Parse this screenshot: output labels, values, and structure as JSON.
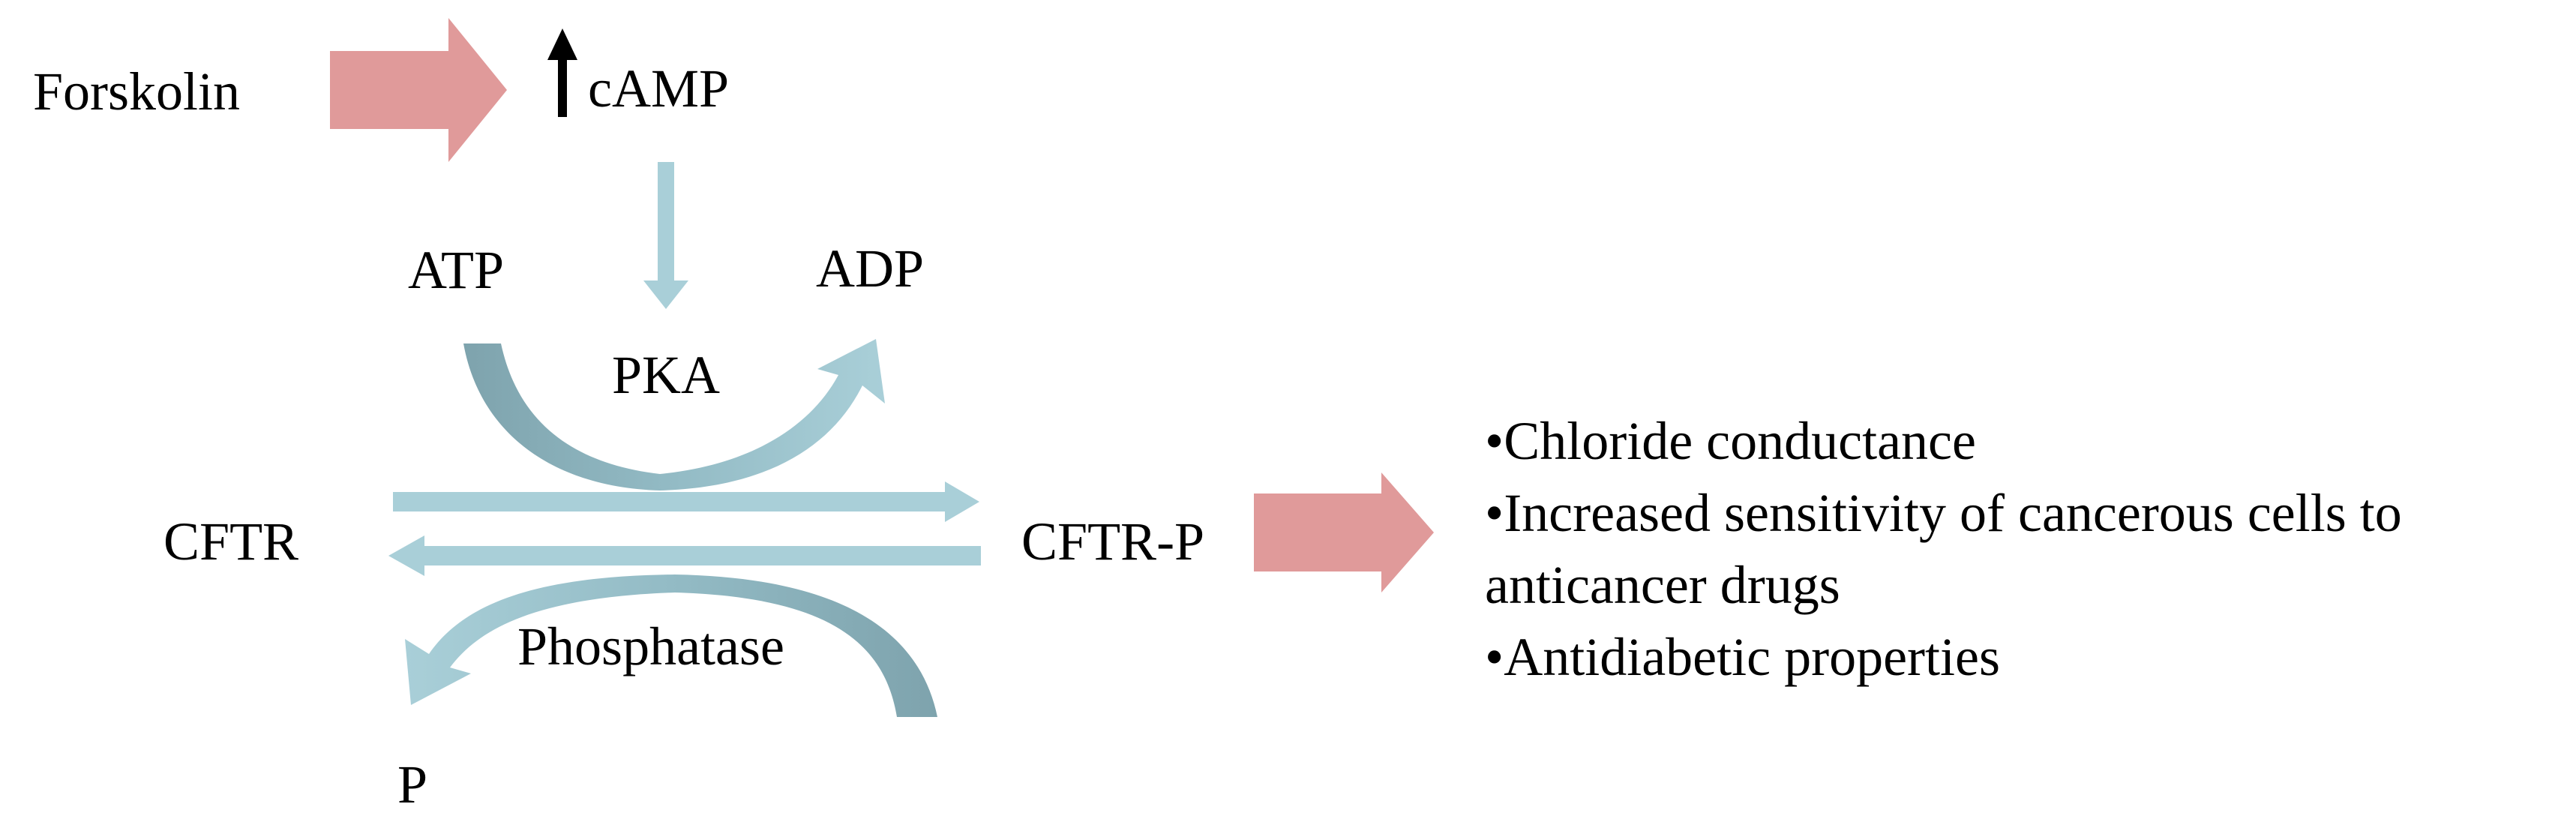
{
  "diagram": {
    "inducer": "Forskolin",
    "second_messenger": "cAMP",
    "increase_symbol": "↑",
    "kinase": "PKA",
    "substrate": "ATP",
    "product": "ADP",
    "protein": "CFTR",
    "phosphorylated_protein": "CFTR-P",
    "phosphatase": "Phosphatase",
    "released_phosphate": "P",
    "outcomes": [
      "•Chloride conductance",
      "•Increased sensitivity of cancerous cells to anticancer drugs",
      "•Antidiabetic properties"
    ],
    "colors": {
      "pink_arrow": "#e09a9a",
      "blue_arrow": "#a9cfd8",
      "blue_arrow_dark": "#7ea3ad",
      "text": "#000000"
    }
  }
}
